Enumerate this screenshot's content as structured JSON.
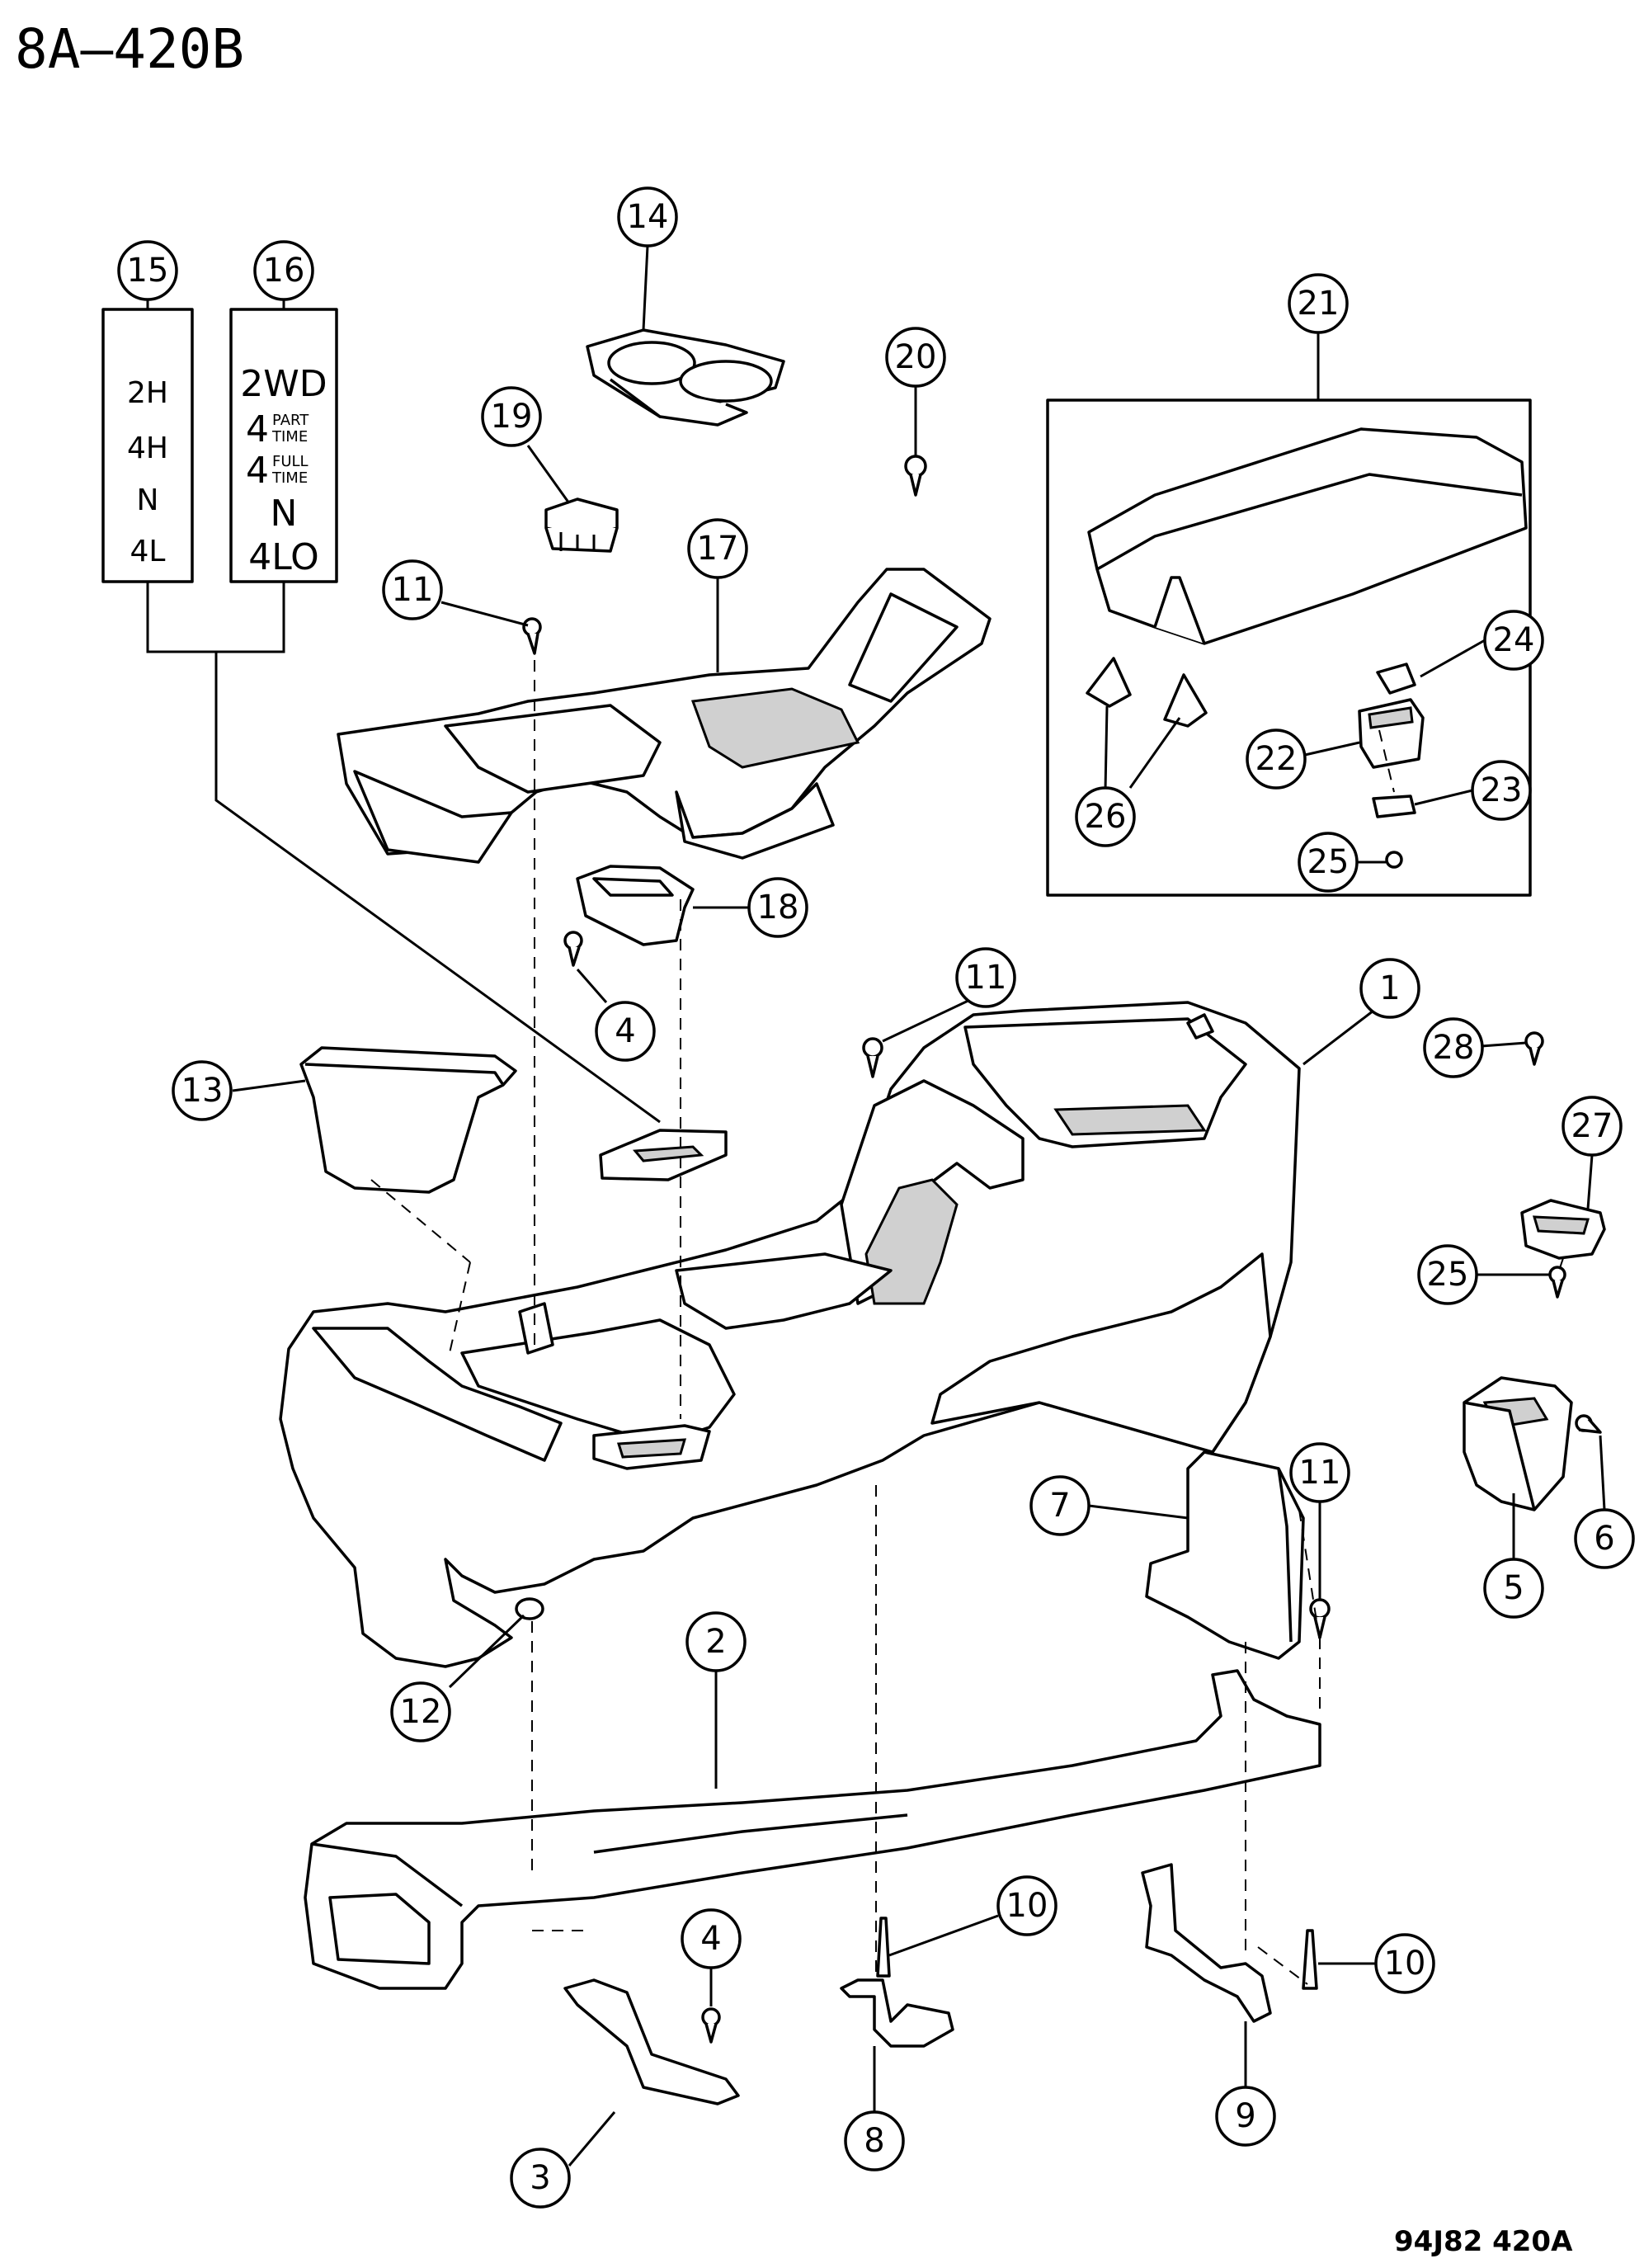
{
  "diagram": {
    "title": "8A–420B",
    "code": "94J82  420A",
    "callouts": [
      "1",
      "2",
      "3",
      "4",
      "4",
      "5",
      "6",
      "7",
      "8",
      "9",
      "10",
      "10",
      "11",
      "11",
      "11",
      "12",
      "13",
      "14",
      "15",
      "16",
      "17",
      "18",
      "19",
      "20",
      "21",
      "22",
      "23",
      "24",
      "25",
      "25",
      "26",
      "27",
      "28"
    ],
    "shift_label_a": [
      "2H",
      "4H",
      "N",
      "4L"
    ],
    "shift_label_b": {
      "line1": "2WD",
      "line2_main": "4",
      "line2_top": "PART",
      "line2_bottom": "TIME",
      "line3_main": "4",
      "line3_top": "FULL",
      "line3_bottom": "TIME",
      "line4": "N",
      "line5": "4LO"
    }
  }
}
